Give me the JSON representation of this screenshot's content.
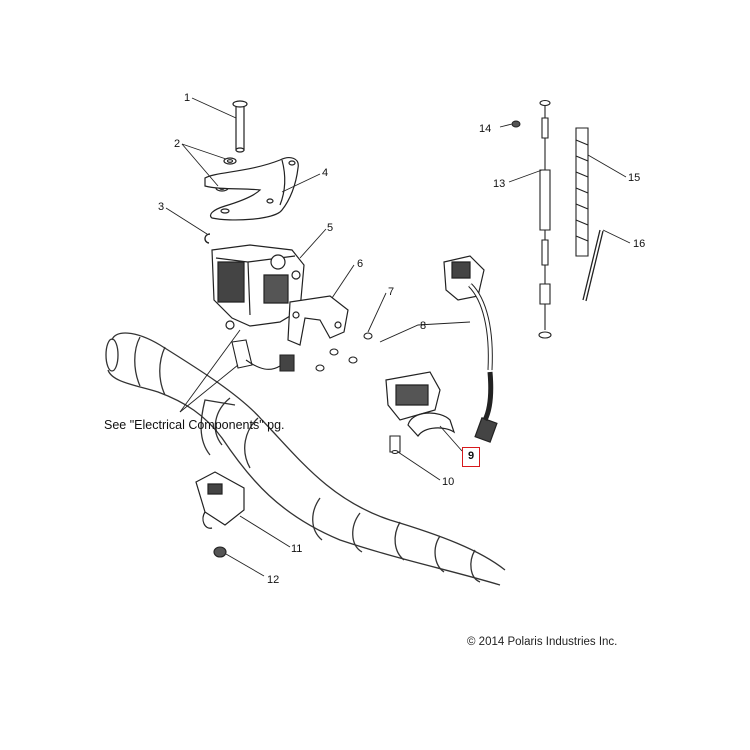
{
  "callouts": [
    "1",
    "2",
    "3",
    "4",
    "5",
    "6",
    "7",
    "8",
    "9",
    "10",
    "11",
    "12",
    "13",
    "14",
    "15",
    "16"
  ],
  "highlighted_callout": "9",
  "note": "See \"Electrical Components\" pg.",
  "copyright": "© 2014 Polaris Industries Inc.",
  "colors": {
    "line": "#222222",
    "highlight": "#d7191c",
    "background": "#ffffff"
  }
}
